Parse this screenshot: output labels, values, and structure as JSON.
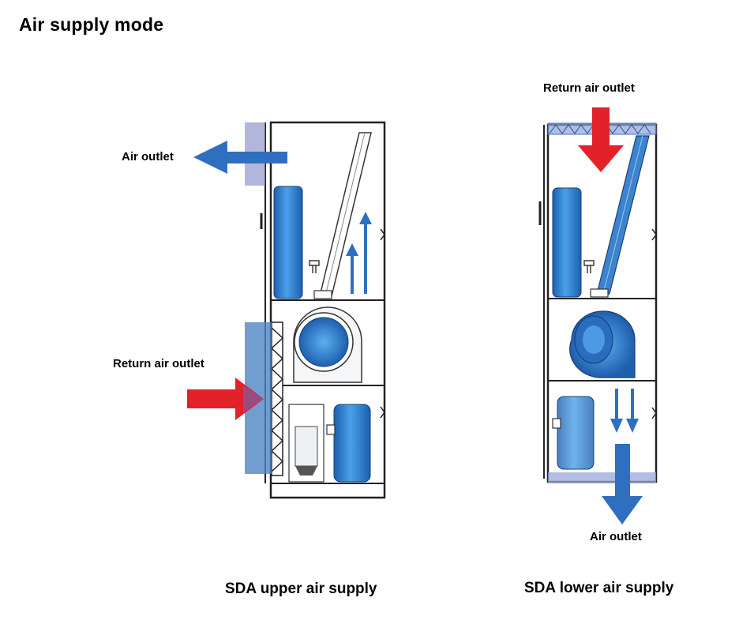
{
  "page_title": "Air supply mode",
  "left_unit": {
    "caption": "SDA upper air supply",
    "supply_label": "Air outlet",
    "return_label": "Return air outlet"
  },
  "right_unit": {
    "caption": "SDA lower air supply",
    "return_label": "Return air outlet",
    "supply_label": "Air outlet"
  },
  "colors": {
    "supply_arrow": "#2f6fc0",
    "return_arrow": "#e32129",
    "component_blue": "#2f7fd0",
    "duct_tint": "#8a8fc8"
  }
}
